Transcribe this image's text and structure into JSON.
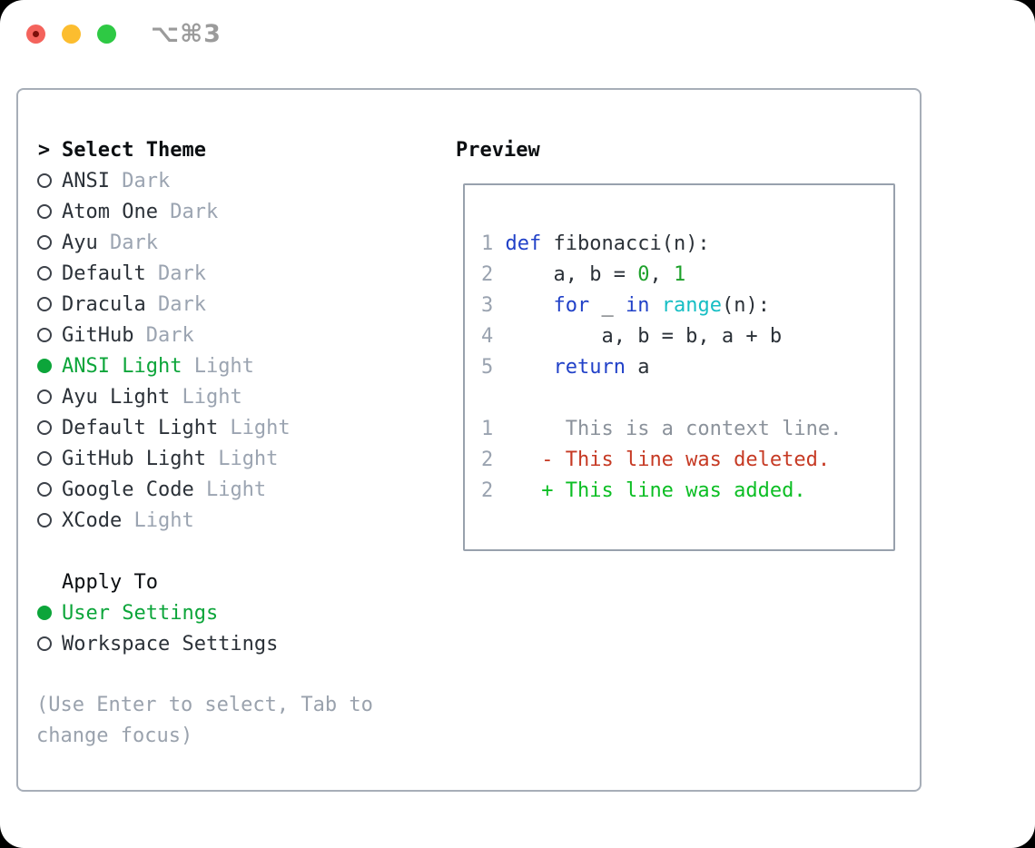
{
  "window": {
    "shortcut_label": "⌥⌘3"
  },
  "left": {
    "prompt": ">",
    "title": "Select Theme",
    "themes": [
      {
        "name": "ANSI",
        "variant": "Dark",
        "selected": false
      },
      {
        "name": "Atom One",
        "variant": "Dark",
        "selected": false
      },
      {
        "name": "Ayu",
        "variant": "Dark",
        "selected": false
      },
      {
        "name": "Default",
        "variant": "Dark",
        "selected": false
      },
      {
        "name": "Dracula",
        "variant": "Dark",
        "selected": false
      },
      {
        "name": "GitHub",
        "variant": "Dark",
        "selected": false
      },
      {
        "name": "ANSI Light",
        "variant": "Light",
        "selected": true
      },
      {
        "name": "Ayu Light",
        "variant": "Light",
        "selected": false
      },
      {
        "name": "Default Light",
        "variant": "Light",
        "selected": false
      },
      {
        "name": "GitHub Light",
        "variant": "Light",
        "selected": false
      },
      {
        "name": "Google Code",
        "variant": "Light",
        "selected": false
      },
      {
        "name": "XCode",
        "variant": "Light",
        "selected": false
      }
    ],
    "apply_to": {
      "title": "Apply To",
      "options": [
        {
          "label": "User Settings",
          "selected": true
        },
        {
          "label": "Workspace Settings",
          "selected": false
        }
      ]
    },
    "hint": "(Use Enter to select, Tab to change focus)"
  },
  "preview": {
    "title": "Preview",
    "lines": [
      {
        "segments": [
          {
            "t": "1 ",
            "c": "lineno"
          },
          {
            "t": "def",
            "c": "keyword"
          },
          {
            "t": " fibonacci(n):",
            "c": "text"
          }
        ]
      },
      {
        "segments": [
          {
            "t": "2 ",
            "c": "lineno"
          },
          {
            "t": "    a, b = ",
            "c": "text"
          },
          {
            "t": "0",
            "c": "number"
          },
          {
            "t": ", ",
            "c": "text"
          },
          {
            "t": "1",
            "c": "number"
          }
        ]
      },
      {
        "segments": [
          {
            "t": "3 ",
            "c": "lineno"
          },
          {
            "t": "    ",
            "c": "text"
          },
          {
            "t": "for",
            "c": "keyword"
          },
          {
            "t": " _ ",
            "c": "text"
          },
          {
            "t": "in",
            "c": "keyword"
          },
          {
            "t": " ",
            "c": "text"
          },
          {
            "t": "range",
            "c": "builtin"
          },
          {
            "t": "(n):",
            "c": "text"
          }
        ]
      },
      {
        "segments": [
          {
            "t": "4 ",
            "c": "lineno"
          },
          {
            "t": "        a, b = b, a + b",
            "c": "text"
          }
        ]
      },
      {
        "segments": [
          {
            "t": "5 ",
            "c": "lineno"
          },
          {
            "t": "    ",
            "c": "text"
          },
          {
            "t": "return",
            "c": "keyword"
          },
          {
            "t": " a",
            "c": "text"
          }
        ]
      },
      {
        "segments": []
      },
      {
        "segments": [
          {
            "t": "1",
            "c": "lineno"
          },
          {
            "t": "      This is a context line.",
            "c": "context"
          }
        ]
      },
      {
        "segments": [
          {
            "t": "2",
            "c": "lineno"
          },
          {
            "t": "    ",
            "c": "text"
          },
          {
            "t": "- This line was deleted.",
            "c": "deleted"
          }
        ]
      },
      {
        "segments": [
          {
            "t": "2",
            "c": "lineno"
          },
          {
            "t": "    ",
            "c": "text"
          },
          {
            "t": "+ This line was added.",
            "c": "added"
          }
        ]
      }
    ]
  },
  "colors": {
    "title": "#0b0e11",
    "text": "#2b3138",
    "muted": "#9ba4b1",
    "hint": "#9aa2ad",
    "ring": "#3c4149",
    "accent_green": "#0ca53a",
    "lineno": "#9aa3b0",
    "keyword": "#2141c8",
    "builtin": "#16bec4",
    "number": "#1ea12b",
    "context": "#8b929b",
    "deleted": "#c63a24",
    "added": "#0cbe24",
    "border_panel": "#a7aeb8",
    "border_box": "#98a1ad",
    "shortcut": "#9b9b9b",
    "traffic_red": "#f4635c",
    "traffic_red_dot": "#7c100a",
    "traffic_yellow": "#fcbd2f",
    "traffic_green": "#2ec944"
  }
}
